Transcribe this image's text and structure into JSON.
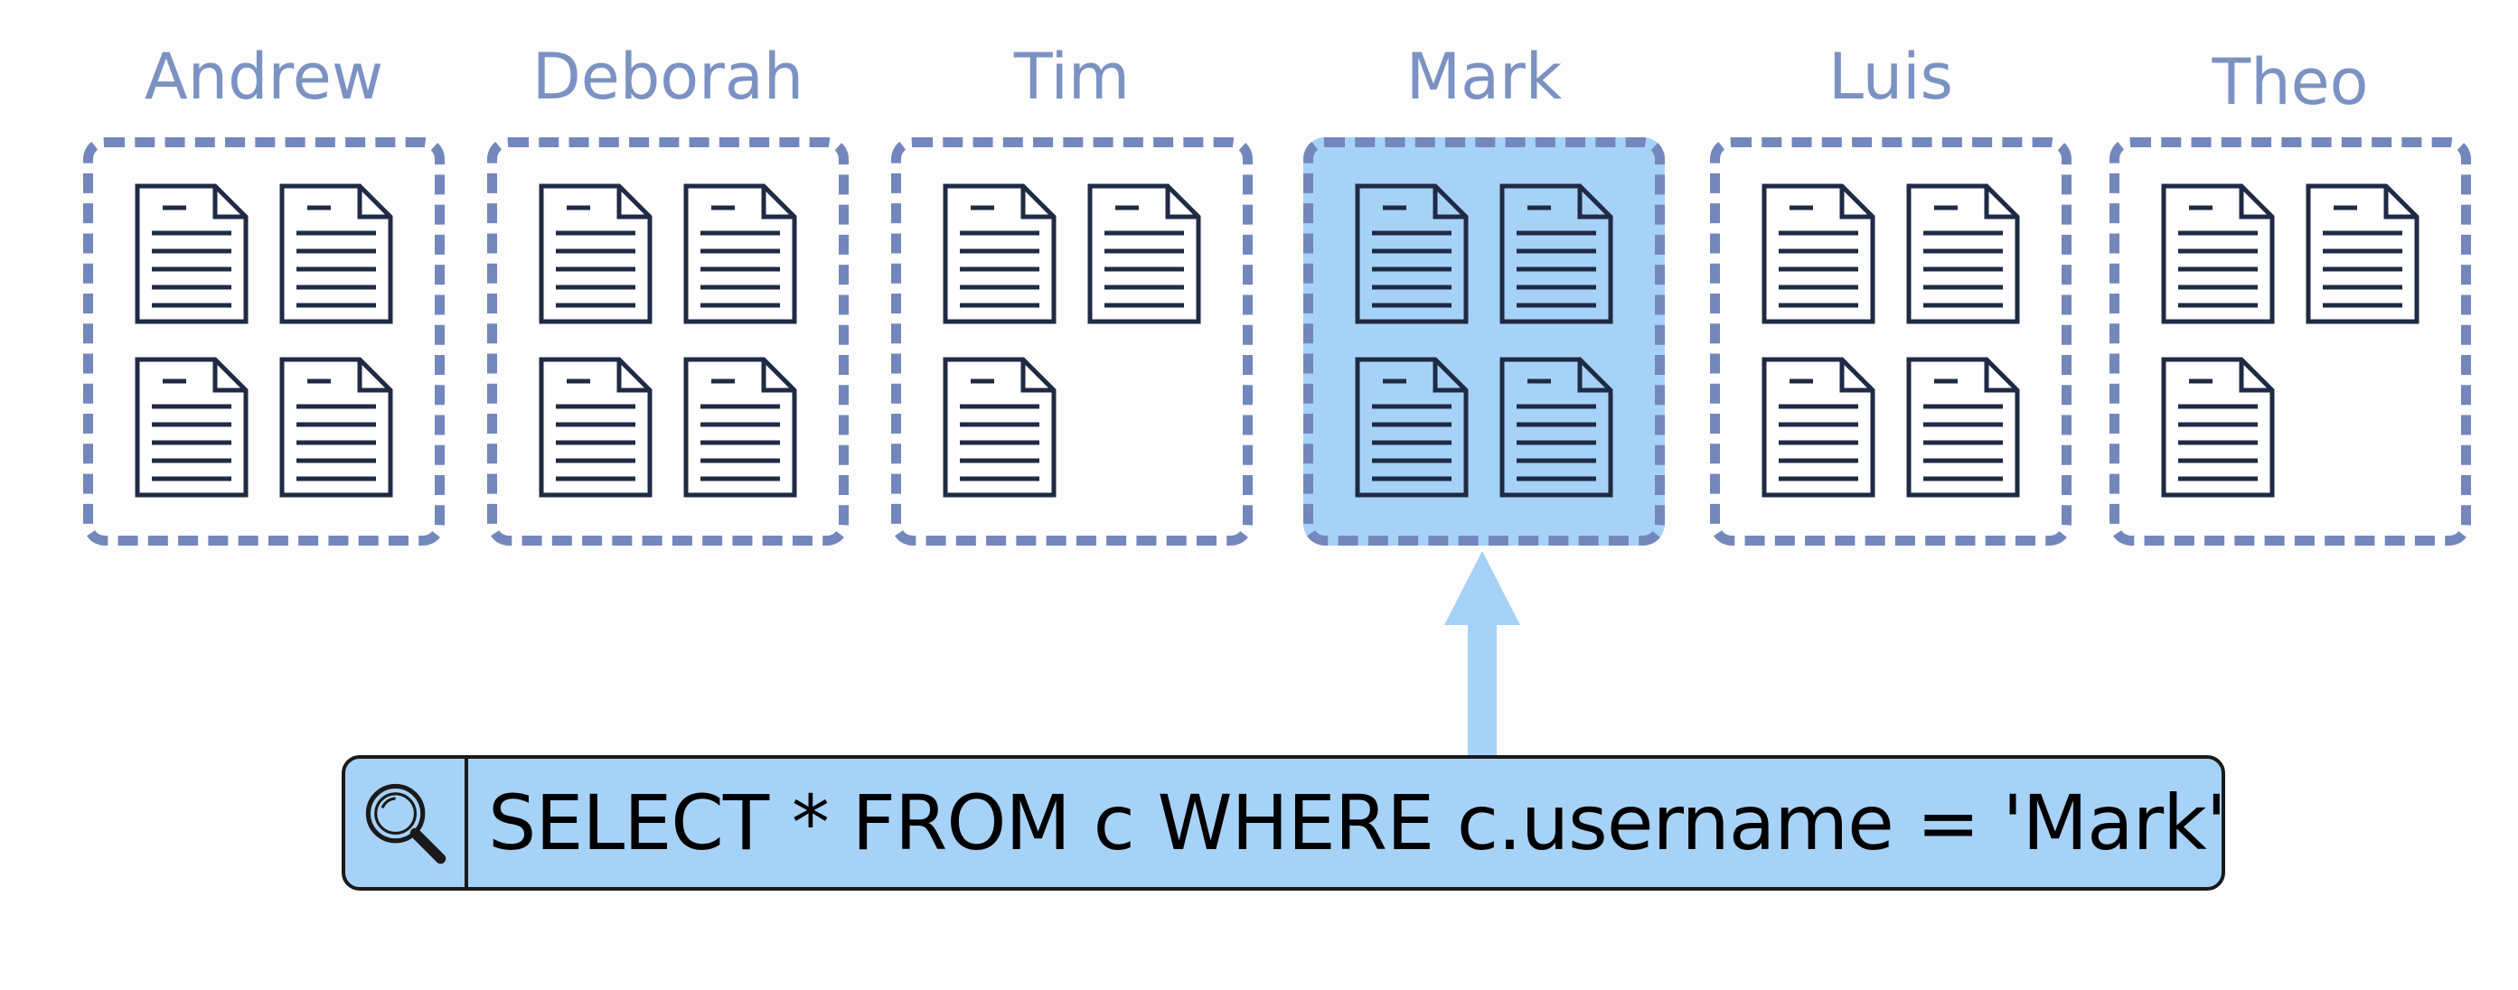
{
  "partitions": [
    {
      "name": "Andrew",
      "doc_count": 4,
      "selected": false
    },
    {
      "name": "Deborah",
      "doc_count": 4,
      "selected": false
    },
    {
      "name": "Tim",
      "doc_count": 3,
      "selected": false
    },
    {
      "name": "Mark",
      "doc_count": 4,
      "selected": true
    },
    {
      "name": "Luis",
      "doc_count": 4,
      "selected": false
    },
    {
      "name": "Theo",
      "doc_count": 3,
      "selected": false
    }
  ],
  "query": {
    "text": "SELECT * FROM c WHERE c.username = 'Mark'",
    "icon": "magnifier-icon"
  },
  "colors": {
    "border": "#7387bd",
    "label": "#7b92c2",
    "highlight": "#a7d2f7",
    "arrow": "#a7d2f7",
    "doc_stroke": "#1f2a44"
  }
}
